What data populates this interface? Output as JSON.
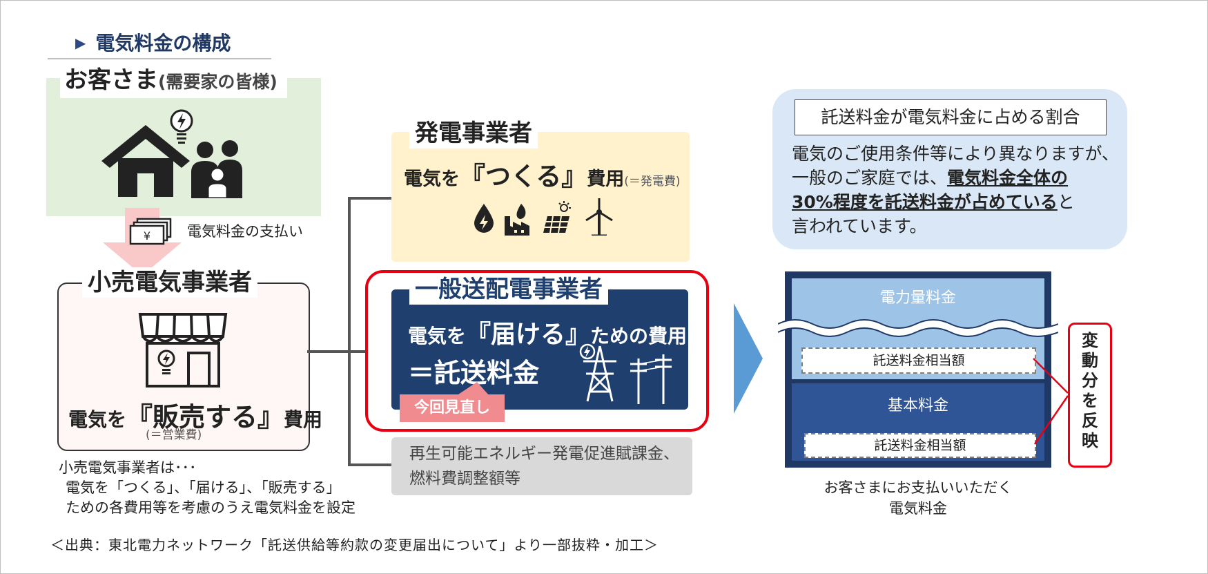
{
  "heading": {
    "marker": "▶",
    "title": "電気料金の構成"
  },
  "customer": {
    "title_main": "お客さま",
    "title_sub": "(需要家の皆様)"
  },
  "payment": {
    "label": "電気料金の支払い",
    "yen": "¥"
  },
  "retail": {
    "title": "小売電気事業者",
    "cost_pre": "電気を",
    "cost_big": "『販売する』",
    "cost_post": "費用",
    "cost_sub": "(＝営業費)",
    "note": [
      "小売電気事業者は･･･",
      "電気を「つくる」、「届ける」、「販売する」",
      "ための各費用等を考慮のうえ電気料金を設定"
    ]
  },
  "generation": {
    "title": "発電事業者",
    "cost_pre": "電気を",
    "cost_big": "『つくる』",
    "cost_post": "費用",
    "cost_sub": "(＝発電費)"
  },
  "transmission": {
    "title": "一般送配電事業者",
    "cost_pre": "電気を",
    "cost_big": "『届ける』",
    "cost_post": "ための費用",
    "cost_line2": "＝託送料金",
    "badge": "今回見直し"
  },
  "other": {
    "lines": [
      "再生可能エネルギー発電促進賦課金、",
      "燃料費調整額等"
    ]
  },
  "info": {
    "title": "託送料金が電気料金に占める割合",
    "line1": "電気のご使用条件等により異なりますが、",
    "line2_pre": "一般のご家庭では、",
    "line2_em": "電気料金全体の",
    "line3_em": "30%程度を託送料金が占めている",
    "line3_post": "と",
    "line4": "言われています。"
  },
  "bill": {
    "energy_label": "電力量料金",
    "basic_label": "基本料金",
    "share_label_1": "託送料金相当額",
    "share_label_2": "託送料金相当額",
    "caption": [
      "お客さまにお支払いいただく",
      "電気料金"
    ],
    "reflect": "変動分を反映"
  },
  "source": "＜出典：東北電力ネットワーク「託送供給等約款の変更届出について」より一部抜粋・加工＞",
  "colors": {
    "navy": "#1f3864",
    "red": "#e60012",
    "green_bg": "#e2efda",
    "yellow_bg": "#fff2cc",
    "light_blue": "#9dc3e6"
  },
  "icons": [
    "house-icon",
    "family-icon",
    "bulb-icon",
    "banknote-icon",
    "shop-icon",
    "water-drop-icon",
    "factory-fire-icon",
    "solar-panel-icon",
    "wind-turbine-icon",
    "transmission-tower-icon",
    "utility-pole-icon"
  ]
}
